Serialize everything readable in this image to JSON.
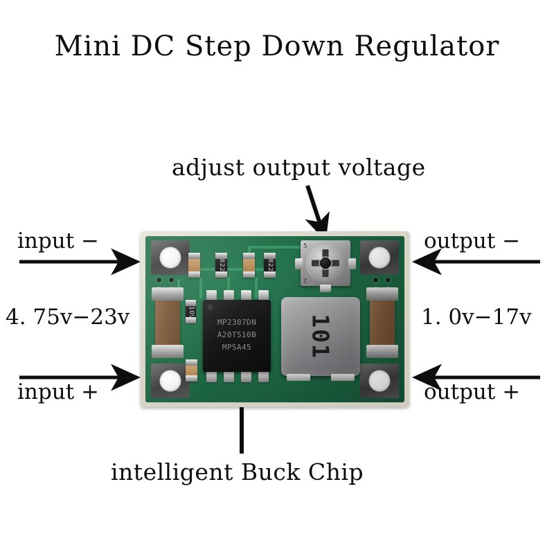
{
  "page": {
    "title": "Mini DC Step Down Regulator",
    "background_color": "#ffffff",
    "text_color": "#0d0d0d"
  },
  "annotations": {
    "top_callout": "adjust output voltage",
    "bottom_callout": "intelligent Buck Chip"
  },
  "left_side": {
    "terminal_negative": "input −",
    "voltage_range": "4. 75v−23v",
    "terminal_positive": "input +",
    "arrow_direction": "right"
  },
  "right_side": {
    "terminal_negative": "output −",
    "voltage_range": "1. 0v−17v",
    "terminal_positive": "output +",
    "arrow_direction": "left"
  },
  "board": {
    "substrate_color": "#1f6c46",
    "edge_color": "#d9d6c8",
    "components": {
      "ic": {
        "line1": "MP2307DN",
        "line2": "A20T510B",
        "line3": "MPSA45"
      },
      "inductor": {
        "marking": "101"
      },
      "potentiometer": {
        "mark_top": "5",
        "mark_bottom": "2"
      },
      "resistors": [
        {
          "code": "822"
        },
        {
          "code": "822"
        }
      ],
      "resistor_small": {
        "code": "10\\"
      }
    }
  }
}
